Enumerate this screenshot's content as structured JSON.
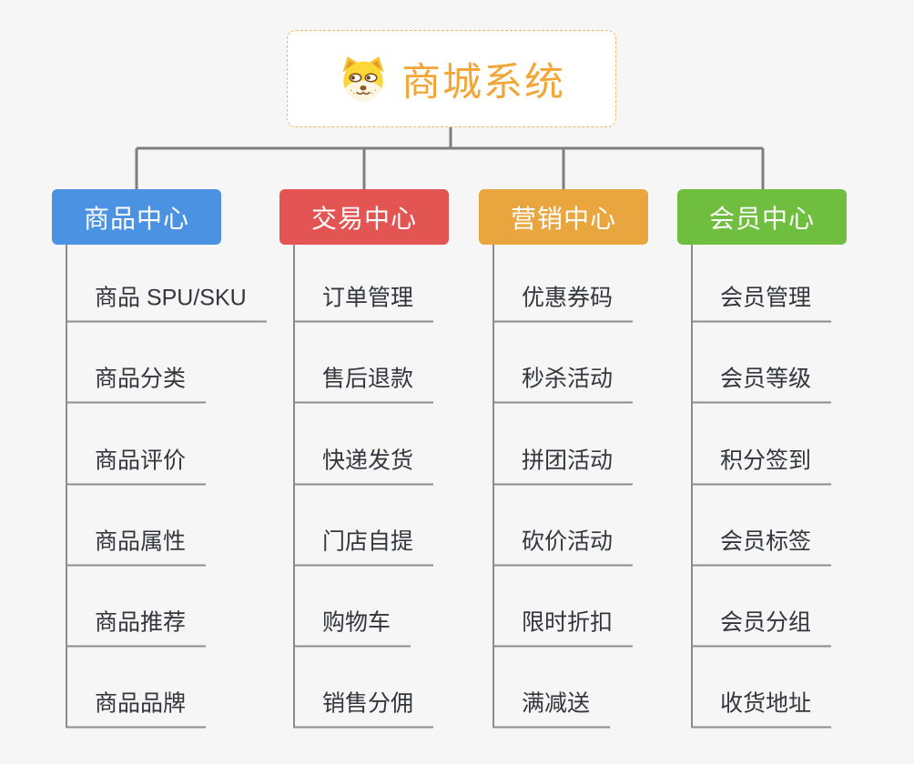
{
  "root": {
    "title": "商城系统",
    "icon": "shiba-dog-icon"
  },
  "branches": [
    {
      "name": "product-center",
      "label": "商品中心",
      "color": "#4B92E3",
      "children": [
        "商品 SPU/SKU",
        "商品分类",
        "商品评价",
        "商品属性",
        "商品推荐",
        "商品品牌"
      ]
    },
    {
      "name": "trade-center",
      "label": "交易中心",
      "color": "#E25552",
      "children": [
        "订单管理",
        "售后退款",
        "快递发货",
        "门店自提",
        "购物车",
        "销售分佣"
      ]
    },
    {
      "name": "marketing-center",
      "label": "营销中心",
      "color": "#E9A63F",
      "children": [
        "优惠券码",
        "秒杀活动",
        "拼团活动",
        "砍价活动",
        "限时折扣",
        "满减送"
      ]
    },
    {
      "name": "member-center",
      "label": "会员中心",
      "color": "#6FBE3F",
      "children": [
        "会员管理",
        "会员等级",
        "积分签到",
        "会员标签",
        "会员分组",
        "收货地址"
      ]
    }
  ],
  "colors": {
    "background": "#F5F6F5",
    "connector": "#7E7E7E",
    "leaf_line": "#8C8C8C",
    "leaf_text": "#33363C",
    "root_text": "#F2A638",
    "root_border": "#F2BA60"
  }
}
